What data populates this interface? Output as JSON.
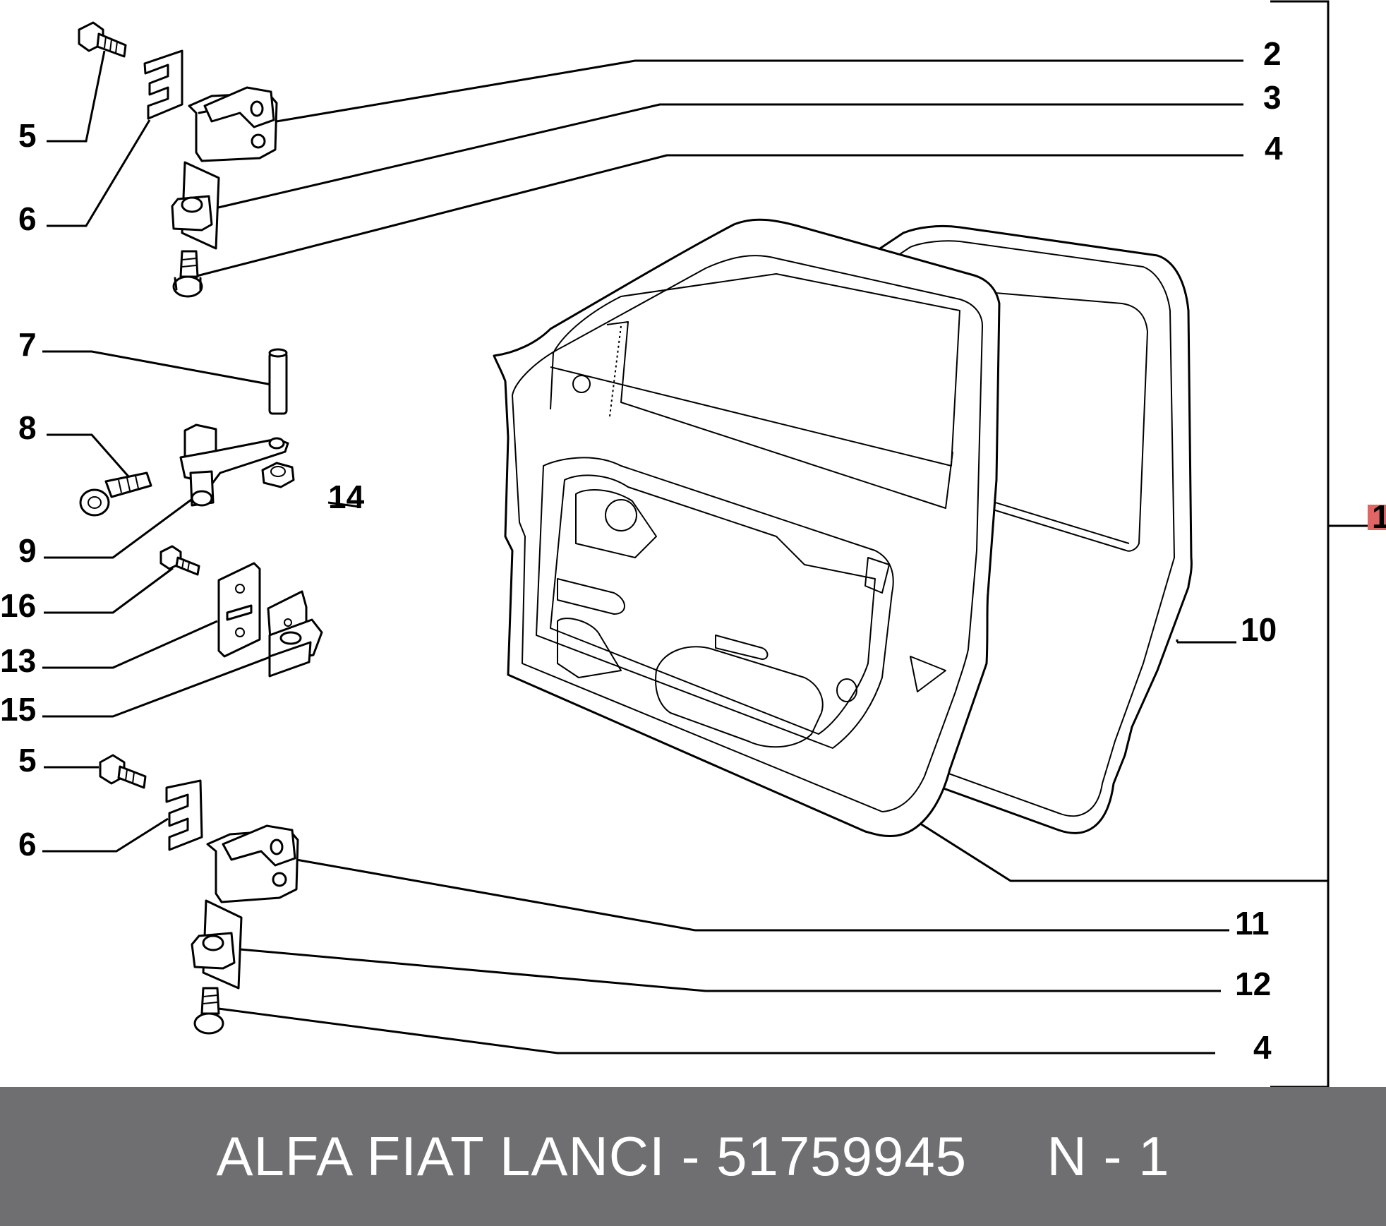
{
  "diagram": {
    "callouts": [
      {
        "id": "c5a",
        "label": "5"
      },
      {
        "id": "c6a",
        "label": "6"
      },
      {
        "id": "c7",
        "label": "7"
      },
      {
        "id": "c8",
        "label": "8"
      },
      {
        "id": "c9",
        "label": "9"
      },
      {
        "id": "c16",
        "label": "16"
      },
      {
        "id": "c13",
        "label": "13"
      },
      {
        "id": "c15",
        "label": "15"
      },
      {
        "id": "c5b",
        "label": "5"
      },
      {
        "id": "c6b",
        "label": "6"
      },
      {
        "id": "c14",
        "label": "14"
      },
      {
        "id": "c2",
        "label": "2"
      },
      {
        "id": "c3",
        "label": "3"
      },
      {
        "id": "c4a",
        "label": "4"
      },
      {
        "id": "c10",
        "label": "10"
      },
      {
        "id": "c11",
        "label": "11"
      },
      {
        "id": "c12",
        "label": "12"
      },
      {
        "id": "c4b",
        "label": "4"
      },
      {
        "id": "c1",
        "label": "1"
      }
    ],
    "highlight_color": "#e06666"
  },
  "footer": {
    "brand_part": "ALFA FIAT LANCI - 51759945",
    "ref_part": "N - 1",
    "background": "#6f6f72",
    "text_color": "#ffffff"
  }
}
